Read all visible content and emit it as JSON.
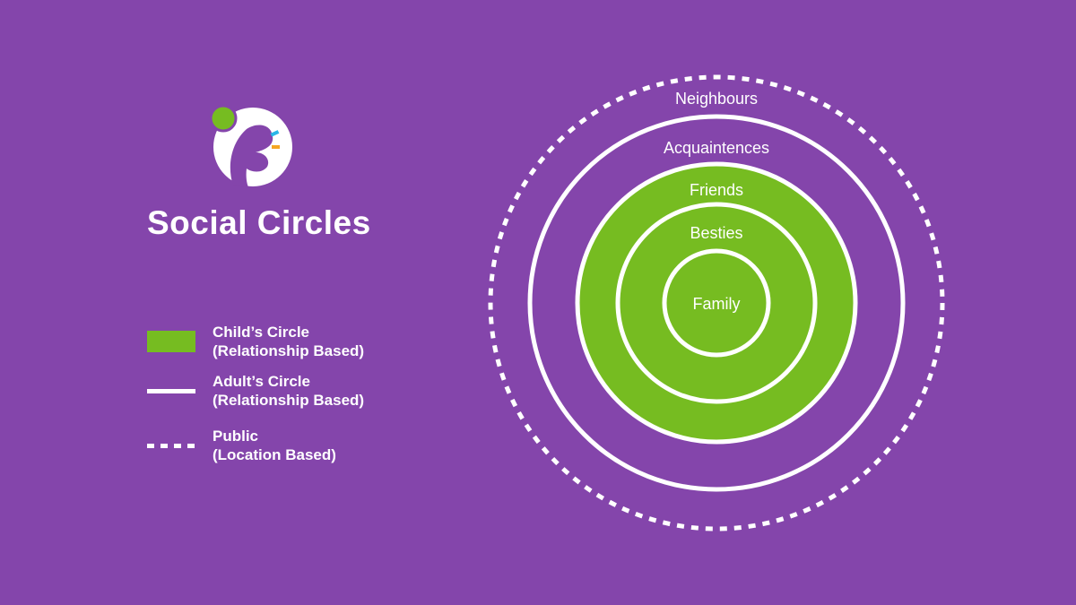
{
  "title": "Social Circles",
  "colors": {
    "background": "#8445ab",
    "green": "#76bc21",
    "white": "#ffffff"
  },
  "legend": [
    {
      "line1": "Child’s Circle",
      "line2": "(Relationship Based)",
      "style": "green-fill"
    },
    {
      "line1": "Adult’s Circle",
      "line2": "(Relationship Based)",
      "style": "solid-line"
    },
    {
      "line1": "Public",
      "line2": "(Location Based)",
      "style": "dashed-line"
    }
  ],
  "circles": [
    "Neighbours",
    "Acquaintences",
    "Friends",
    "Besties",
    "Family"
  ]
}
